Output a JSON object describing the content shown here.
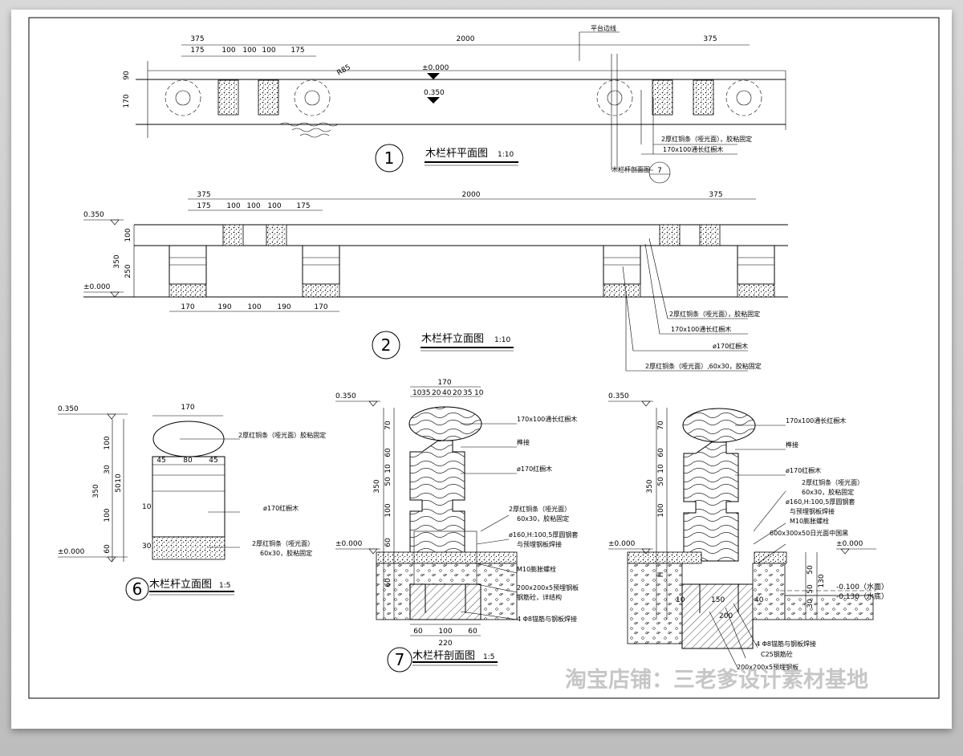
{
  "plan": {
    "dims_top": [
      "375",
      "175",
      "100",
      "100",
      "100",
      "175",
      "2000",
      "375"
    ],
    "dims_left": [
      "90",
      "170"
    ],
    "elevations": [
      "±0.000",
      "0.350"
    ],
    "radius": "R85",
    "platform_edge": "平台边线",
    "callouts": [
      "2厚红铜条（哑光面），胶粘固定",
      "170x100通长红橱木",
      "木栏杆剖面图"
    ],
    "section_ref": "7",
    "view_number": "1",
    "title": "木栏杆平面图",
    "scale": "1:10"
  },
  "elevation": {
    "dims_top": [
      "375",
      "175",
      "100",
      "100",
      "100",
      "175",
      "2000",
      "375"
    ],
    "dims_left": [
      "100",
      "350",
      "250"
    ],
    "levels": [
      "0.350",
      "±0.000"
    ],
    "dims_bottom": [
      "170",
      "190",
      "100",
      "190",
      "170"
    ],
    "callouts": [
      "2厚红铜条（哑光面），胶粘固定",
      "170x100通长红橱木",
      "ø170红橱木",
      "2厚红铜条（哑光面）,60x30，胶粘固定"
    ],
    "view_number": "2",
    "title": "木栏杆立面图",
    "scale": "1:10"
  },
  "detail6": {
    "levels": [
      "0.350",
      "±0.000"
    ],
    "dim_top": "170",
    "dims_left": [
      "100",
      "30",
      "10",
      "50",
      "350",
      "100",
      "60"
    ],
    "dims_inner": [
      "45",
      "80",
      "45",
      "10",
      "30"
    ],
    "callouts": [
      "2厚红铜条（哑光面）胶粘固定",
      "ø170红橱木",
      "2厚红铜条（哑光面）",
      "60x30，胶粘固定"
    ],
    "view_number": "6",
    "title": "木栏杆立面图",
    "scale": "1:5"
  },
  "detail7": {
    "levels": [
      "0.350",
      "±0.000"
    ],
    "dim_top": "170",
    "dims_sub": [
      "10",
      "35",
      "20",
      "40",
      "20",
      "35",
      "10"
    ],
    "dims_left": [
      "70",
      "60",
      "10",
      "50",
      "350",
      "100",
      "60",
      "60"
    ],
    "dims_bottom": [
      "60",
      "100",
      "60",
      "220"
    ],
    "callouts": [
      "170x100通长红橱木",
      "榫接",
      "ø170红橱木",
      "2厚红铜条（哑光面）",
      "60x30，胶粘固定",
      "ø160,H:100,5厚圆钢套",
      "与预埋钢板焊接",
      "M10膨胀螺栓",
      "200x200x5预埋钢板",
      "钢筋砼，详结构",
      "4 Φ8锚筋与钢板焊接"
    ],
    "view_number": "7",
    "title": "木栏杆剖面图",
    "scale": "1:5"
  },
  "detail8": {
    "levels": [
      "0.350",
      "±0.000",
      "-0.100（水面）",
      "-0.130（水底）"
    ],
    "dims_left": [
      "70",
      "60",
      "10",
      "50",
      "350",
      "100",
      "H"
    ],
    "dims_right": [
      "50",
      "130",
      "50",
      "30"
    ],
    "dims_bottom": [
      "10",
      "150",
      "40",
      "200"
    ],
    "callouts": [
      "170x100通长红橱木",
      "榫接",
      "ø170红橱木",
      "2厚红铜条（哑光面）",
      "60x30，胶粘固定",
      "ø160,H:100,5厚圆钢套",
      "与预埋钢板焊接",
      "M10膨胀螺栓",
      "600x300x50日光面中国黑",
      "4 Φ8锚筋与钢板焊接",
      "C25钢筋砼",
      "200x200x5预埋钢板"
    ]
  },
  "watermark": "淘宝店铺：三老爹设计素材基地"
}
